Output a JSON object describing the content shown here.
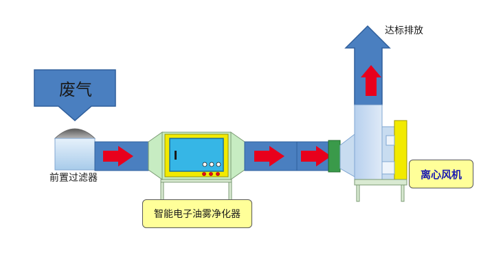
{
  "labels": {
    "waste_gas": "废气",
    "pre_filter": "前置过滤器",
    "purifier": "智能电子油雾净化器",
    "exhaust": "达标排放",
    "fan": "离心风机"
  },
  "colors": {
    "duct_blue": "#4a7fc0",
    "duct_stroke": "#2f5f9c",
    "light_blue": "#c8dcf0",
    "flow_arrow": "#e8001c",
    "green_flange": "#3a9a4a",
    "purifier_frame": "#c7ecc2",
    "panel_yellow": "#f2ea00",
    "screen_cyan": "#36b6e6",
    "label_yellow": "#ffff99",
    "fan_label_text": "#1a1ab0"
  },
  "icons": {
    "flow_arrows": [
      "flow-arrow-right",
      "flow-arrow-right",
      "flow-arrow-right",
      "flow-arrow-right",
      "flow-arrow-up"
    ],
    "exhaust_arrow": "exhaust-arrow-up",
    "inlet_arrow": "waste-gas-down-arrow"
  }
}
